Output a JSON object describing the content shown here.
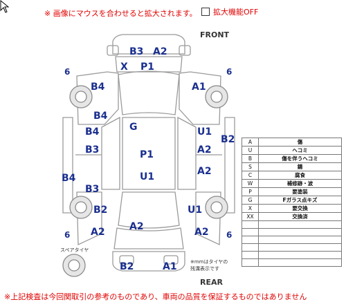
{
  "notice": "※ 画像にマウスを合わせると拡大されます。",
  "zoom_toggle_label": "拡大機能OFF",
  "diagram": {
    "front": "FRONT",
    "rear": "REAR",
    "spare_tire": "スペアタイヤ",
    "tire_depth_note_line1": "※mmはタイヤの",
    "tire_depth_note_line2": "残溝表示です",
    "tire_depths": [
      "6",
      "6",
      "6",
      "6"
    ],
    "marks": [
      "B3",
      "A2",
      "X",
      "P1",
      "B4",
      "A1",
      "B4",
      "G",
      "B4",
      "U1",
      "B2",
      "B3",
      "A2",
      "P1",
      "U1",
      "A2",
      "B4",
      "B3",
      "B2",
      "U1",
      "A2",
      "A2",
      "A2",
      "B2",
      "A1"
    ]
  },
  "legend": [
    {
      "code": "A",
      "label": "傷"
    },
    {
      "code": "U",
      "label": "ヘコミ"
    },
    {
      "code": "B",
      "label": "傷を伴うヘコミ"
    },
    {
      "code": "S",
      "label": "錆"
    },
    {
      "code": "C",
      "label": "腐食"
    },
    {
      "code": "W",
      "label": "補修跡・波"
    },
    {
      "code": "P",
      "label": "要塗装"
    },
    {
      "code": "G",
      "label": "Fガラス点キズ"
    },
    {
      "code": "X",
      "label": "要交換"
    },
    {
      "code": "XX",
      "label": "交換済"
    },
    {
      "code": "",
      "label": ""
    },
    {
      "code": "",
      "label": ""
    },
    {
      "code": "",
      "label": ""
    },
    {
      "code": "",
      "label": ""
    },
    {
      "code": "",
      "label": ""
    },
    {
      "code": "",
      "label": ""
    }
  ],
  "footer_note": "※上記検査は今回関取引の参考のものであり、車両の品質を保証するものではありません"
}
